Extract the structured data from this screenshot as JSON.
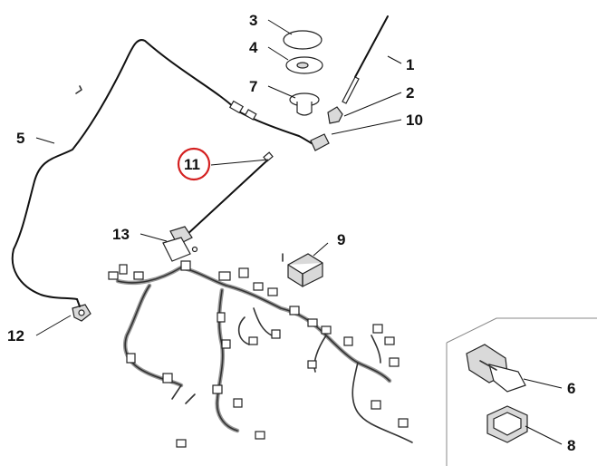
{
  "diagram": {
    "callouts": [
      {
        "id": "1",
        "label": "1"
      },
      {
        "id": "2",
        "label": "2"
      },
      {
        "id": "3",
        "label": "3"
      },
      {
        "id": "4",
        "label": "4"
      },
      {
        "id": "5",
        "label": "5"
      },
      {
        "id": "6",
        "label": "6"
      },
      {
        "id": "7",
        "label": "7"
      },
      {
        "id": "8",
        "label": "8"
      },
      {
        "id": "9",
        "label": "9"
      },
      {
        "id": "10",
        "label": "10"
      },
      {
        "id": "11",
        "label": "11",
        "highlighted": true
      },
      {
        "id": "12",
        "label": "12"
      },
      {
        "id": "13",
        "label": "13"
      }
    ],
    "highlight_color": "#d42020"
  }
}
